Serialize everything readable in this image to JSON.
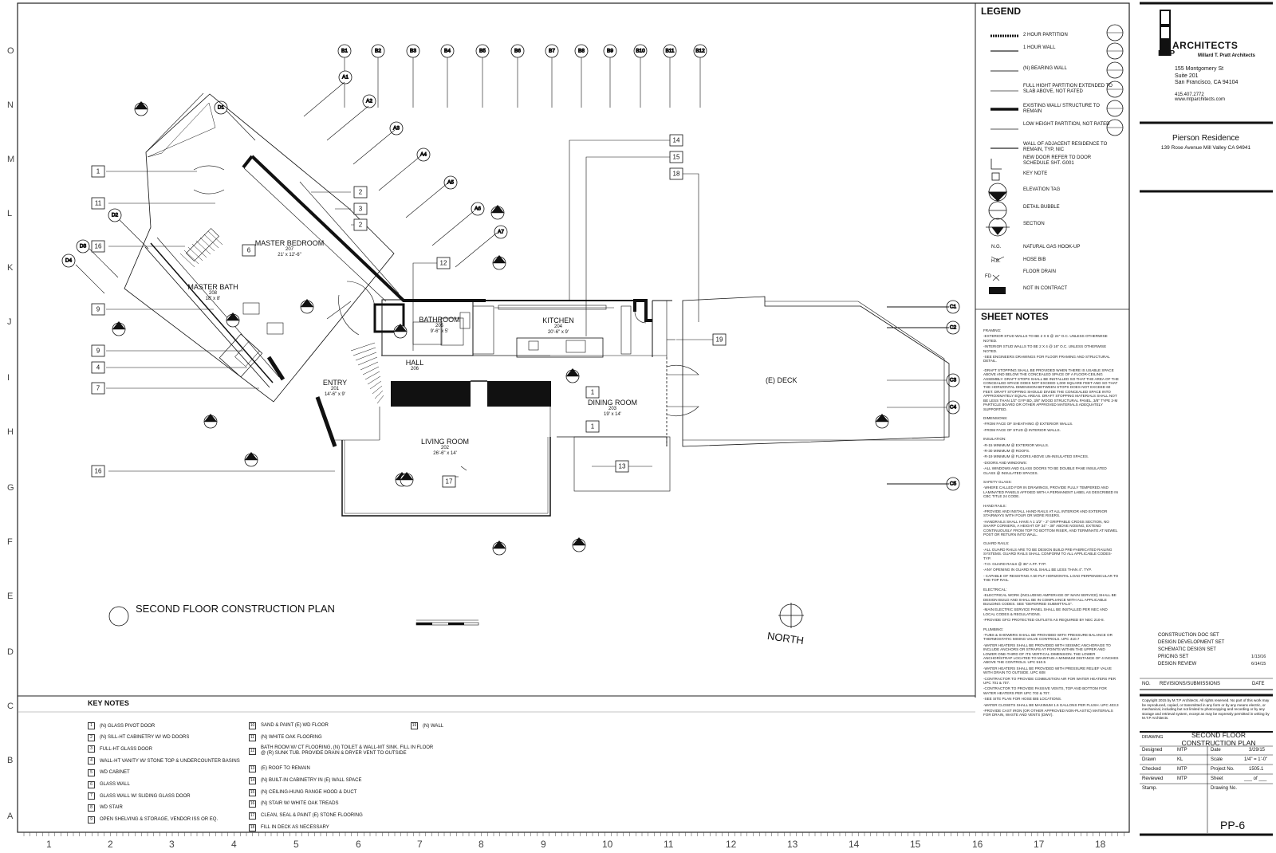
{
  "drawing": {
    "title": "SECOND FLOOR CONSTRUCTION PLAN",
    "north": "NORTH",
    "grid_rows": [
      "O",
      "N",
      "M",
      "L",
      "K",
      "J",
      "I",
      "H",
      "G",
      "F",
      "E",
      "D",
      "C",
      "B",
      "A"
    ],
    "grid_cols": [
      "1",
      "2",
      "3",
      "4",
      "5",
      "6",
      "7",
      "8",
      "9",
      "10",
      "11",
      "12",
      "13",
      "14",
      "15",
      "16",
      "17",
      "18"
    ],
    "top_bubbles": [
      "B1",
      "B2",
      "B3",
      "B4",
      "B5",
      "B6",
      "B7",
      "B8",
      "B9",
      "B10",
      "B11",
      "B12"
    ],
    "a_bubbles": [
      "A1",
      "A2",
      "A3",
      "A4",
      "A5",
      "A6",
      "A7"
    ],
    "d_bubbles": [
      "D1",
      "D2",
      "D3",
      "D4"
    ],
    "c_bubbles": [
      "C1",
      "C2",
      "C3",
      "C4",
      "C5"
    ],
    "rooms": {
      "master_bedroom": {
        "name": "MASTER BEDROOM",
        "num": "207",
        "dims": "21' x 12'-6\""
      },
      "master_bath": {
        "name": "MASTER BATH",
        "num": "208",
        "dims": "18' x 8'"
      },
      "bathroom": {
        "name": "BATHROOM",
        "num": "205",
        "dims": "9'-6\" x 5'"
      },
      "kitchen": {
        "name": "KITCHEN",
        "num": "204",
        "dims": "20'-6\" x 9'"
      },
      "hall": {
        "name": "HALL",
        "num": "206"
      },
      "entry": {
        "name": "ENTRY",
        "num": "201",
        "dims": "14'-6\" x 9'"
      },
      "dining": {
        "name": "DINING ROOM",
        "num": "203",
        "dims": "19' x 14'"
      },
      "living": {
        "name": "LIVING ROOM",
        "num": "202",
        "dims": "26'-6\" x 14'"
      },
      "deck": {
        "name": "(E) DECK"
      }
    },
    "tags": {
      "t1a": "1",
      "t11": "11",
      "t16a": "16",
      "t9a": "9",
      "t9b": "9",
      "t4": "4",
      "t7": "7",
      "t16b": "16",
      "t2a": "2",
      "t3": "3",
      "t2b": "2",
      "t12": "12",
      "t6": "6",
      "t14": "14",
      "t15": "15",
      "t18": "18",
      "t19": "19",
      "t1b": "1",
      "t1c": "1",
      "t13": "13",
      "t17": "17"
    }
  },
  "legend": {
    "title": "LEGEND",
    "items": [
      "2 HOUR PARTITION",
      "1 HOUR WALL",
      "(N) BEARING WALL",
      "FULL HIGHT PARTITION EXTENDED TO SLAB ABOVE, NOT RATED",
      "EXISTING WALL/ STRUCTURE TO REMAIN",
      "LOW HEIGHT PARTITION, NOT RATED",
      "WALL OF ADJACENT RESIDENCE TO REMAIN, TYP, NIC",
      "NEW DOOR REFER TO DOOR SCHEDULE SHT. G001",
      "KEY NOTE",
      "ELEVATION TAG",
      "DETAIL BUBBLE",
      "SECTION",
      "NATURAL GAS HOOK-UP",
      "HOSE BIB",
      "FLOOR DRAIN",
      "NOT IN CONTRACT"
    ],
    "symbols": {
      "ng": "N.G.",
      "hb": "H.B.",
      "fd": "FD"
    }
  },
  "sheet_notes": {
    "title": "SHEET NOTES",
    "sections": [
      {
        "head": "FRAMING:",
        "lines": [
          "-EXTERIOR STUD WALLS TO BE 2 X 6 @ 24\" O.C. UNLESS OTHERWISE NOTED.",
          "-INTERIOR STUD WALLS TO BE 2 X 4 @ 16\" O.C. UNLESS OTHERWISE NOTED.",
          "-SEE ENGINEERS DRAWINGS FOR FLOOR FRAMING AND STRUCTURAL DETAIL."
        ]
      },
      {
        "head": "",
        "lines": [
          "-DRAFT STOPPING SHALL BE PROVIDED WHEN THERE IS USABLE SPACE ABOVE AND BELOW THE CONCEALED SPACE OF A FLOOR-CEILING ASSEMBLY. DRAFT STOPS SHALL BE INSTALLED SO THAT THE AREA OF THE CONCEALED SPACE DOES NOT EXCEED 1,000 SQUARE FEET AND SO THAT THE HORIZONTAL DIMENSION BETWEEN STOPS DOES NOT EXCEED 60 FEET. DRAFT STOPPING SHOULD DIVIDE THE CONCEALED SPACE INTO APPROXIMATELY EQUAL AREAS. DRAFT STOPPING MATERIALS SHALL NOT BE LESS THAN 1/2\" GYP BD, 3/8\" WOOD STRUCTURAL PANEL, 3/8\" TYPE 2-M PARTICLE BOARD OR OTHER APPROVED MATERIALS ADEQUATELY SUPPORTED."
        ]
      },
      {
        "head": "DIMENSIONS:",
        "lines": [
          "-FROM FACE OF SHEATHING @ EXTERIOR WALLS.",
          "-FROM FACE OF STUD @ INTERIOR WALLS."
        ]
      },
      {
        "head": "INSULATION:",
        "lines": [
          "-R-15 MINIMUM @ EXTERIOR WALLS.",
          "-R-30 MINIMUM @ ROOFS.",
          "-R-19 MINIMUM @ FLOORS ABOVE UN-INSULATED SPACES.",
          "-DOORS AND WINDOWS:",
          "-ALL WINDOWS AND GLASS DOORS TO BE DOUBLE PANE INSULATED GLASS @ INSULATED SPACES."
        ]
      },
      {
        "head": "SAFETY GLASS:",
        "lines": [
          "-WHERE CALLED FOR IN DRAWINGS, PROVIDE FULLY TEMPERED AND LAMINATED PANELS AFFIXED WITH A PERMANENT LABEL AS DESCRIBED IN CBC TITLE 24 CODE."
        ]
      },
      {
        "head": "HAND RAILS:",
        "lines": [
          "-PROVIDE AND INSTALL HAND RAILS AT ALL INTERIOR AND EXTERIOR STAIRWAYS WITH FOUR OR MORE RISERS.",
          "-HANDRAILS SHALL HAVE A 1 1/2\" - 2\" GRIPPABLE CROSS SECTION, NO SHARP CORNERS, A HEIGHT OF 34\" - 38\" ABOVE NOSING, EXTEND CONTINUOUSLY FROM TOP TO BOTTOM RISER, AND TERMINATE AT NEWEL POST OR RETURN INTO WALL."
        ]
      },
      {
        "head": "GUARD RAILS:",
        "lines": [
          "-ALL GUARD RAILS ARE TO BE DESIGN BUILD PRE-FABRICATED RAILING SYSTEMS. GUARD RAILS SHALL CONFORM TO ALL APPLICABLE CODES-TYP.",
          "-T.O. GUARD RAILS @ 36\" A.FF. TYP.",
          "-ANY OPENING IN GUARD RAIL SHALL BE LESS THAN 4\". TYP.",
          "- CAPABLE OF RESISTING A 50 PLF HORIZONTAL LOAD PERPENDICULAR TO THE TOP RAIL."
        ]
      },
      {
        "head": "ELECTRICAL:",
        "lines": [
          "-ELECTRICAL WORK (INCLUDING AMPERAGE OF MAIN SERVICE) SHALL BE DESIGN BUILD AND SHALL BE IN COMPLIANCE WITH ALL APPLICABLE BUILDING CODES. SEE \"DEFERRED SUBMITTALS\".",
          "-MAIN ELECTRIC SERVICE PANEL SHALL BE INSTALLED PER NEC AND LOCAL CODES & REGULATIONS.",
          "-PROVIDE GFCI PROTECTED OUTLETS AS REQUIRED BY NEC 210-8."
        ]
      },
      {
        "head": "PLUMBING:",
        "lines": [
          "-TUBS & SHOWERS SHALL BE PROVIDED WITH PRESSURE BALANCE OR THERMOSTATIC MIXING VALVE CONTROLS. UPC 410.7",
          "-WATER HEATERS SHALL BE PROVIDED WITH SEISMIC ANCHORAGE TO INCLUDE ANCHORS OR STRAPS AT POINTS WITHIN THE UPPER AND LOWER ONE-THIRD OF ITS VERTICAL DIMENSION. THE LOWER ANCHOR/STRAP LOCATED TO MAINTAIN A MINIMUM DISTANCE OF 4 INCHES ABOVE THE CONTROLS. UPC 510.5",
          "-WATER HEATERS SHALL BE PROVIDED WITH PRESSURE RELIEF VALVE WITH DRAIN TO OUTSIDE. UPC 608",
          "-CONTRACTOR TO PROVIDE COMBUSTION AIR FOR WATER HEATERS PER UPC 701 & 707.",
          "-CONTRACTOR TO PROVIDE PASSIVE VENTS, TOP AND BOTTOM FOR WATER HEATERS PER UPC 702 & 707.",
          "-SEE SITE PLAN FOR HOSE BIB LOCATIONS.",
          "-WATER CLOSETS SHALL BE MAXIMUM 1.6 GALLONS PER FLUSH. UPC 403.3",
          "-PROVIDE CAST IRON (OR OTHER APPROVED NON-PLASTIC) MATERIALS FOR DRAIN, WASTE AND VENTS (DWV)."
        ]
      }
    ]
  },
  "key_notes": {
    "title": "KEY NOTES",
    "col1": [
      {
        "n": "1",
        "t": "(N) GLASS PIVOT DOOR"
      },
      {
        "n": "2",
        "t": "(N) SILL-HT CABINETRY W/ WD DOORS"
      },
      {
        "n": "3",
        "t": "FULL-HT GLASS DOOR"
      },
      {
        "n": "4",
        "t": "WALL-HT VANITY W/ STONE TOP & UNDERCOUNTER BASINS"
      },
      {
        "n": "5",
        "t": "WD CABINET"
      },
      {
        "n": "6",
        "t": "GLASS WALL"
      },
      {
        "n": "7",
        "t": "GLASS WALL W/ SLIDING GLASS DOOR"
      },
      {
        "n": "8",
        "t": "WD STAIR"
      },
      {
        "n": "9",
        "t": "OPEN SHELVING & STORAGE, VENDOR ISS OR EQ."
      }
    ],
    "col2": [
      {
        "n": "10",
        "t": "SAND & PAINT (E) WD FLOOR"
      },
      {
        "n": "11",
        "t": "(N) WHITE OAK FLOORING"
      },
      {
        "n": "12",
        "t": "BATH ROOM W/ CT FLOORING, (N) TOILET & WALL-MT SINK. FILL IN FLOOR @ (R) SUNK TUB. PROVIDE DRAIN & DRYER VENT TO OUTSIDE"
      },
      {
        "n": "13",
        "t": "(E) ROOF TO REMAIN"
      },
      {
        "n": "14",
        "t": "(N) BUILT-IN CABINETRY IN (E) WALL SPACE"
      },
      {
        "n": "15",
        "t": "(N) CEILING-HUNG RANGE HOOD & DUCT"
      },
      {
        "n": "16",
        "t": "(N) STAIR W/ WHITE OAK TREADS"
      },
      {
        "n": "17",
        "t": "CLEAN, SEAL & PAINT (E) STONE FLOORING"
      },
      {
        "n": "18",
        "t": "FILL IN DECK AS NECESSARY"
      }
    ],
    "col3": [
      {
        "n": "19",
        "t": "(N) WALL"
      }
    ]
  },
  "title_block": {
    "firm": "ARCHITECTS",
    "firm_sub": "Millard T. Pratt Architects",
    "address1": "155 Montgomery St",
    "address2": "Suite 201",
    "address3": "San Francisco, CA 94104",
    "phone": "415.407.2772",
    "web": "www.mtparchitects.com",
    "project": "Pierson Residence",
    "project_address": "139 Rose Avenue Mill Valley CA 94941",
    "submissions": [
      {
        "label": "CONSTRUCTION DOC SET",
        "date": ""
      },
      {
        "label": "DESIGN DEVELOPMENT SET",
        "date": ""
      },
      {
        "label": "SCHEMATIC DESIGN SET",
        "date": ""
      },
      {
        "label": "PRICING SET",
        "date": "1/13/16"
      },
      {
        "label": "DESIGN REVIEW",
        "date": "6/14/15"
      }
    ],
    "sub_no": "NO.",
    "sub_head": "REVISIONS/SUBMISSIONS",
    "sub_date": "DATE",
    "copyright": "Copyright 2015 by M.T.P Architects. All rights reserved. No part of this work may be reproduced, copied, or transmitted in any form or by any means electric, or mechanical, including but not limited to photocopying and recording or by any storage and retrieval system, except as may be expressly permitted in writing by M.T.P Architects.",
    "drawing_label": "DRAWING",
    "drawing_title": "SECOND FLOOR CONSTRUCTION PLAN",
    "designed_label": "Designed",
    "designed": "MTP",
    "drawn_label": "Drawn",
    "drawn": "KL",
    "checked_label": "Checked",
    "checked": "MTP",
    "reviewed_label": "Reviewed",
    "reviewed": "MTP",
    "stamp_label": "Stamp.",
    "date_label": "Date",
    "date": "3/29/15",
    "scale_label": "Scale",
    "scale": "1/4\"  =  1'-0\"",
    "projno_label": "Project No.",
    "projno": "1505.1",
    "sheet_label": "Sheet",
    "sheet": "___ of ___",
    "drawno_label": "Drawing No.",
    "drawing_no": "PP-6"
  }
}
